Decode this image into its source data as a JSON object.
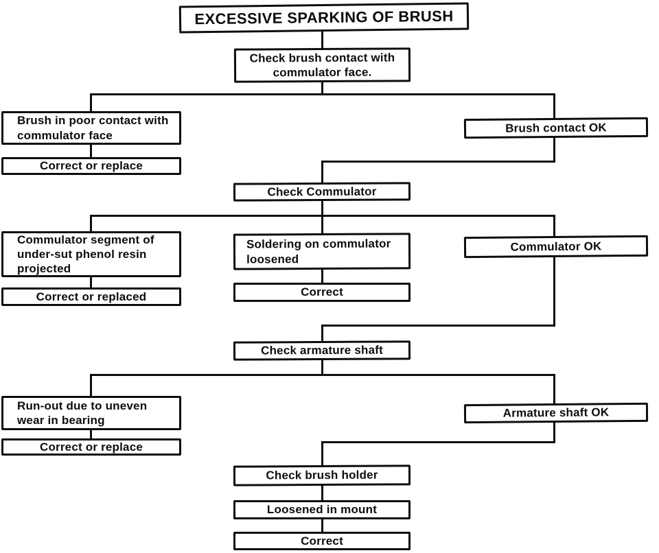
{
  "diagram": {
    "title": "EXCESSIVE SPARKING OF BRUSH",
    "colors": {
      "ink": "#0d0d0d",
      "background": "#ffffff"
    },
    "nodes": {
      "check_brush_contact": "Check brush contact with\ncommulator face.",
      "brush_poor_contact": "Brush in poor contact with\ncommulator face",
      "correct_replace_1": "Correct or replace",
      "brush_contact_ok": "Brush contact OK",
      "check_commulator": "Check Commulator",
      "commulator_segment": "Commulator segment of\nunder-sut phenol resin\nprojected",
      "correct_replaced": "Correct or replaced",
      "soldering_loosened": "Soldering on commulator\nloosened",
      "correct_mid": "Correct",
      "commulator_ok": "Commulator OK",
      "check_armature_shaft": "Check armature shaft",
      "runout_bearing": "Run-out due to uneven\nwear in bearing",
      "correct_replace_2": "Correct or replace",
      "armature_shaft_ok": "Armature shaft OK",
      "check_brush_holder": "Check brush holder",
      "loosened_in_mount": "Loosened in mount",
      "correct_bottom": "Correct"
    }
  }
}
